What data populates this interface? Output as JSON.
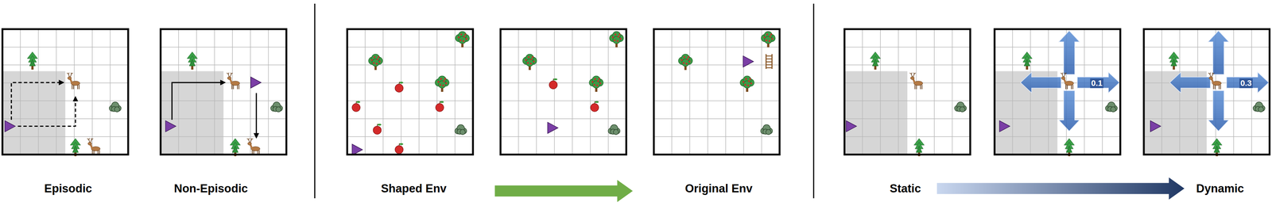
{
  "diagram": {
    "labels": [
      "Episodic",
      "Non-Episodic",
      "Shaped Env",
      "Original Env",
      "Static",
      "Dynamic",
      "0.1",
      "0.3"
    ]
  }
}
